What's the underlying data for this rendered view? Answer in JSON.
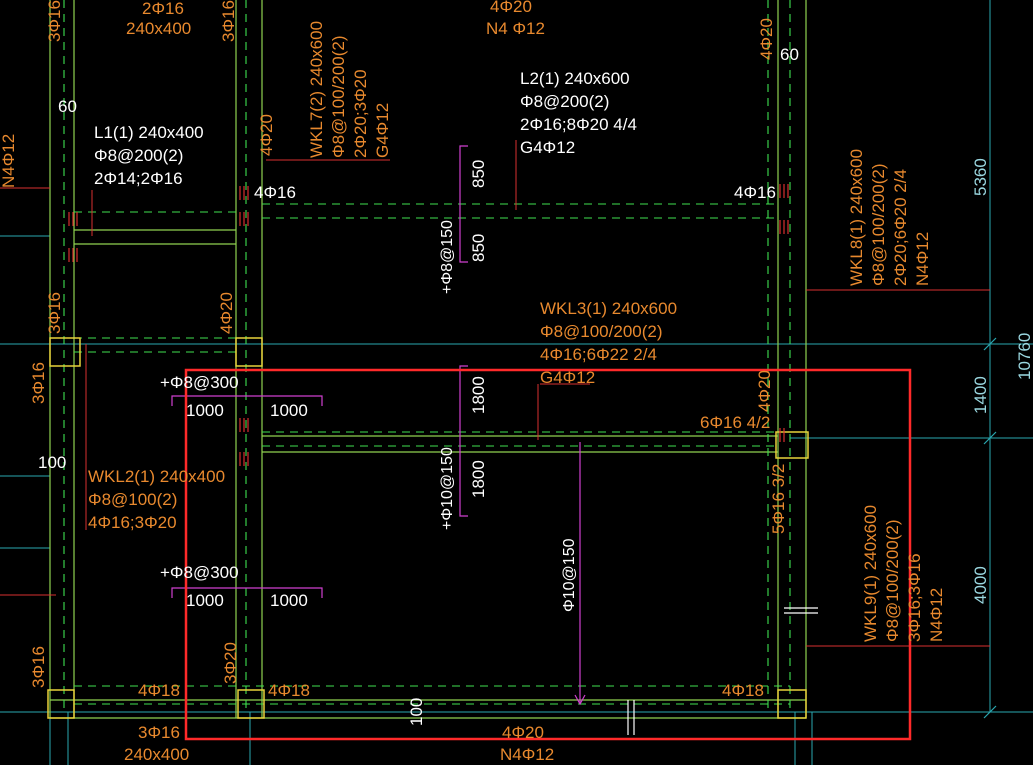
{
  "colors": {
    "background": "#000000",
    "wall": "#8fd14f",
    "dashed_beam": "#3fe04f",
    "rebar_callout": "#e8892e",
    "dimension_cyan": "#2aa7b0",
    "slab_bar_magenta": "#d040d0",
    "column_red": "#d93030",
    "selection_box": "#ff2a2a",
    "plain_text": "#ffffff"
  },
  "labels": {
    "top_col_a": "2Φ16",
    "top_col_b": "240x400",
    "top_center_a": "4Φ20",
    "top_center_b": "N4 Φ12",
    "top_right_bars": "4Φ20",
    "dim_60_top": "60",
    "dim_60_left": "60",
    "l2_title": "L2(1) 240x600",
    "l2_stirrup": "Φ8@200(2)",
    "l2_main": "2Φ16;8Φ20 4/4",
    "l2_side": "G4Φ12",
    "l1_title": "L1(1) 240x400",
    "l1_stirrup": "Φ8@200(2)",
    "l1_main": "2Φ14;2Φ16",
    "wkl7_title": "WKL7(2) 240x600",
    "wkl7_stirrup": "Φ8@100/200(2)",
    "wkl7_main": "2Φ20;3Φ20",
    "wkl7_side": "G4Φ12",
    "col_4_20_upper": "4Φ20",
    "left_edge": "N4Φ12",
    "beam_4_16_left": "4Φ16",
    "beam_4_16_right": "4Φ16",
    "slab_dim_850_a": "850",
    "slab_dim_850_b": "850",
    "slab_bar_8_150": "+Φ8@150",
    "wkl8_title": "WKL8(1) 240x600",
    "wkl8_stirrup": "Φ8@100/200(2)",
    "wkl8_main": "2Φ20;6Φ20 2/4",
    "wkl8_side": "N4Φ12",
    "dim_5360": "5360",
    "dim_1400": "1400",
    "dim_4000": "4000",
    "dim_10760": "10760",
    "col_3_16_a": "3Φ16",
    "col_4_20_mid": "4Φ20",
    "col_3_16_left": "3Φ16",
    "wkl3_title": "WKL3(1) 240x600",
    "wkl3_stirrup": "Φ8@100/200(2)",
    "wkl3_main": "4Φ16;6Φ22 2/4",
    "wkl3_side": "G4Φ12",
    "slab_8_300_a": "+Φ8@300",
    "dim_1000_a": "1000",
    "dim_1000_b": "1000",
    "slab_dim_1800_a": "1800",
    "slab_dim_1800_b": "1800",
    "slab_bar_10_150_plus": "+Φ10@150",
    "right_col_4_20": "4Φ20",
    "beam_6_16": "6Φ16 4/2",
    "dim_100_left": "100",
    "wkl2_title": "WKL2(1) 240x400",
    "wkl2_stirrup": "Φ8@100(2)",
    "wkl2_main": "4Φ16;3Φ20",
    "slab_bar_10_150": "Φ10@150",
    "right_col_5_16": "5Φ16 3/2",
    "wkl9_title": "WKL9(1) 240x600",
    "wkl9_stirrup": "Φ8@100/200(2)",
    "wkl9_main": "3Φ16;3Φ16",
    "wkl9_side": "N4Φ12",
    "slab_8_300_b": "+Φ8@300",
    "dim_1000_c": "1000",
    "dim_1000_d": "1000",
    "col_3_16_bl": "3Φ16",
    "col_3_20_b": "3Φ20",
    "beam_4_18_a": "4Φ18",
    "beam_4_18_b": "4Φ18",
    "beam_4_18_c": "4Φ18",
    "dim_100_bottom": "100",
    "bottom_3_16": "3Φ16",
    "bottom_240x400": "240x400",
    "bottom_4_20": "4Φ20",
    "bottom_n4": "N4Φ12"
  }
}
